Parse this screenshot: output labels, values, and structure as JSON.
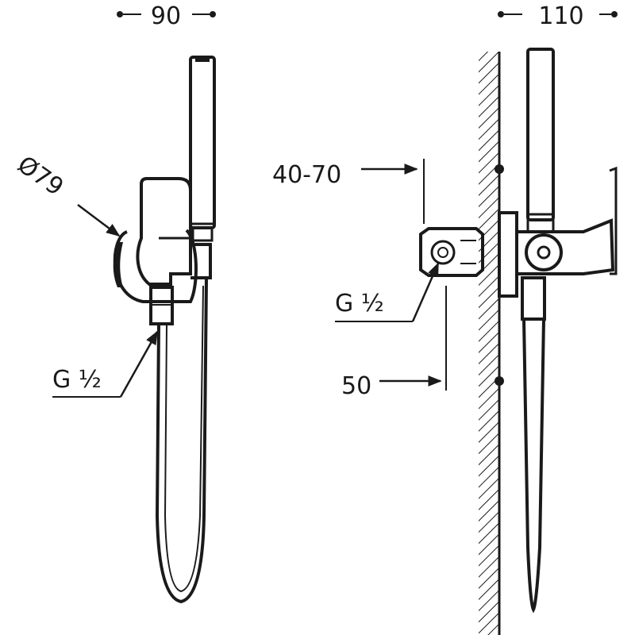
{
  "front_view": {
    "width_dimension": "90",
    "diameter_label": "Ø79",
    "thread_label": "G ½"
  },
  "side_view": {
    "width_dimension": "110",
    "depth_range_label": "40-70",
    "thread_label": "G ½",
    "offset_label": "50"
  },
  "colors": {
    "ink": "#1a1a1a",
    "background": "#ffffff"
  }
}
